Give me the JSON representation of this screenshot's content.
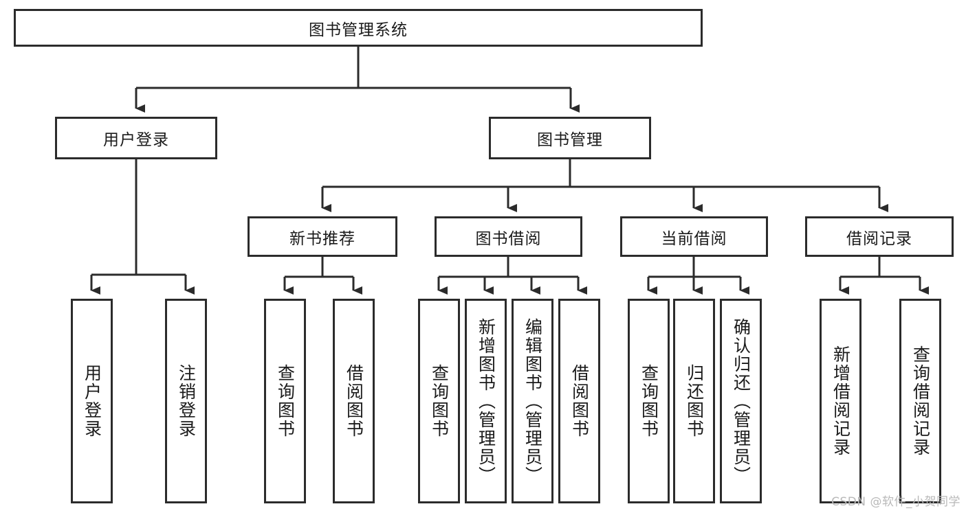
{
  "diagram": {
    "title": "图书管理系统",
    "type": "tree",
    "watermark": "CSDN @软件_小贺同学",
    "colors": {
      "box_border": "#2b2b2b",
      "box_fill": "#ffffff",
      "edge": "#2b2b2b",
      "text": "#1a1a1a",
      "watermark": "#b9b9b9",
      "background": "#ffffff"
    },
    "levels": {
      "root": {
        "label": "图书管理系统"
      },
      "level2": [
        {
          "label": "用户登录"
        },
        {
          "label": "图书管理"
        }
      ],
      "level3": [
        {
          "label": "新书推荐"
        },
        {
          "label": "图书借阅"
        },
        {
          "label": "当前借阅"
        },
        {
          "label": "借阅记录"
        }
      ],
      "leaves": {
        "user_login": [
          {
            "label": "用户登录"
          },
          {
            "label": "注销登录"
          }
        ],
        "new_book_recommend": [
          {
            "label": "查询图书"
          },
          {
            "label": "借阅图书"
          }
        ],
        "book_borrow": [
          {
            "label": "查询图书"
          },
          {
            "label": "新增图书（管理员）"
          },
          {
            "label": "编辑图书（管理员）"
          },
          {
            "label": "借阅图书"
          }
        ],
        "current_borrow": [
          {
            "label": "查询图书"
          },
          {
            "label": "归还图书"
          },
          {
            "label": "确认归还（管理员）"
          }
        ],
        "borrow_record": [
          {
            "label": "新增借阅记录"
          },
          {
            "label": "查询借阅记录"
          }
        ]
      }
    }
  }
}
